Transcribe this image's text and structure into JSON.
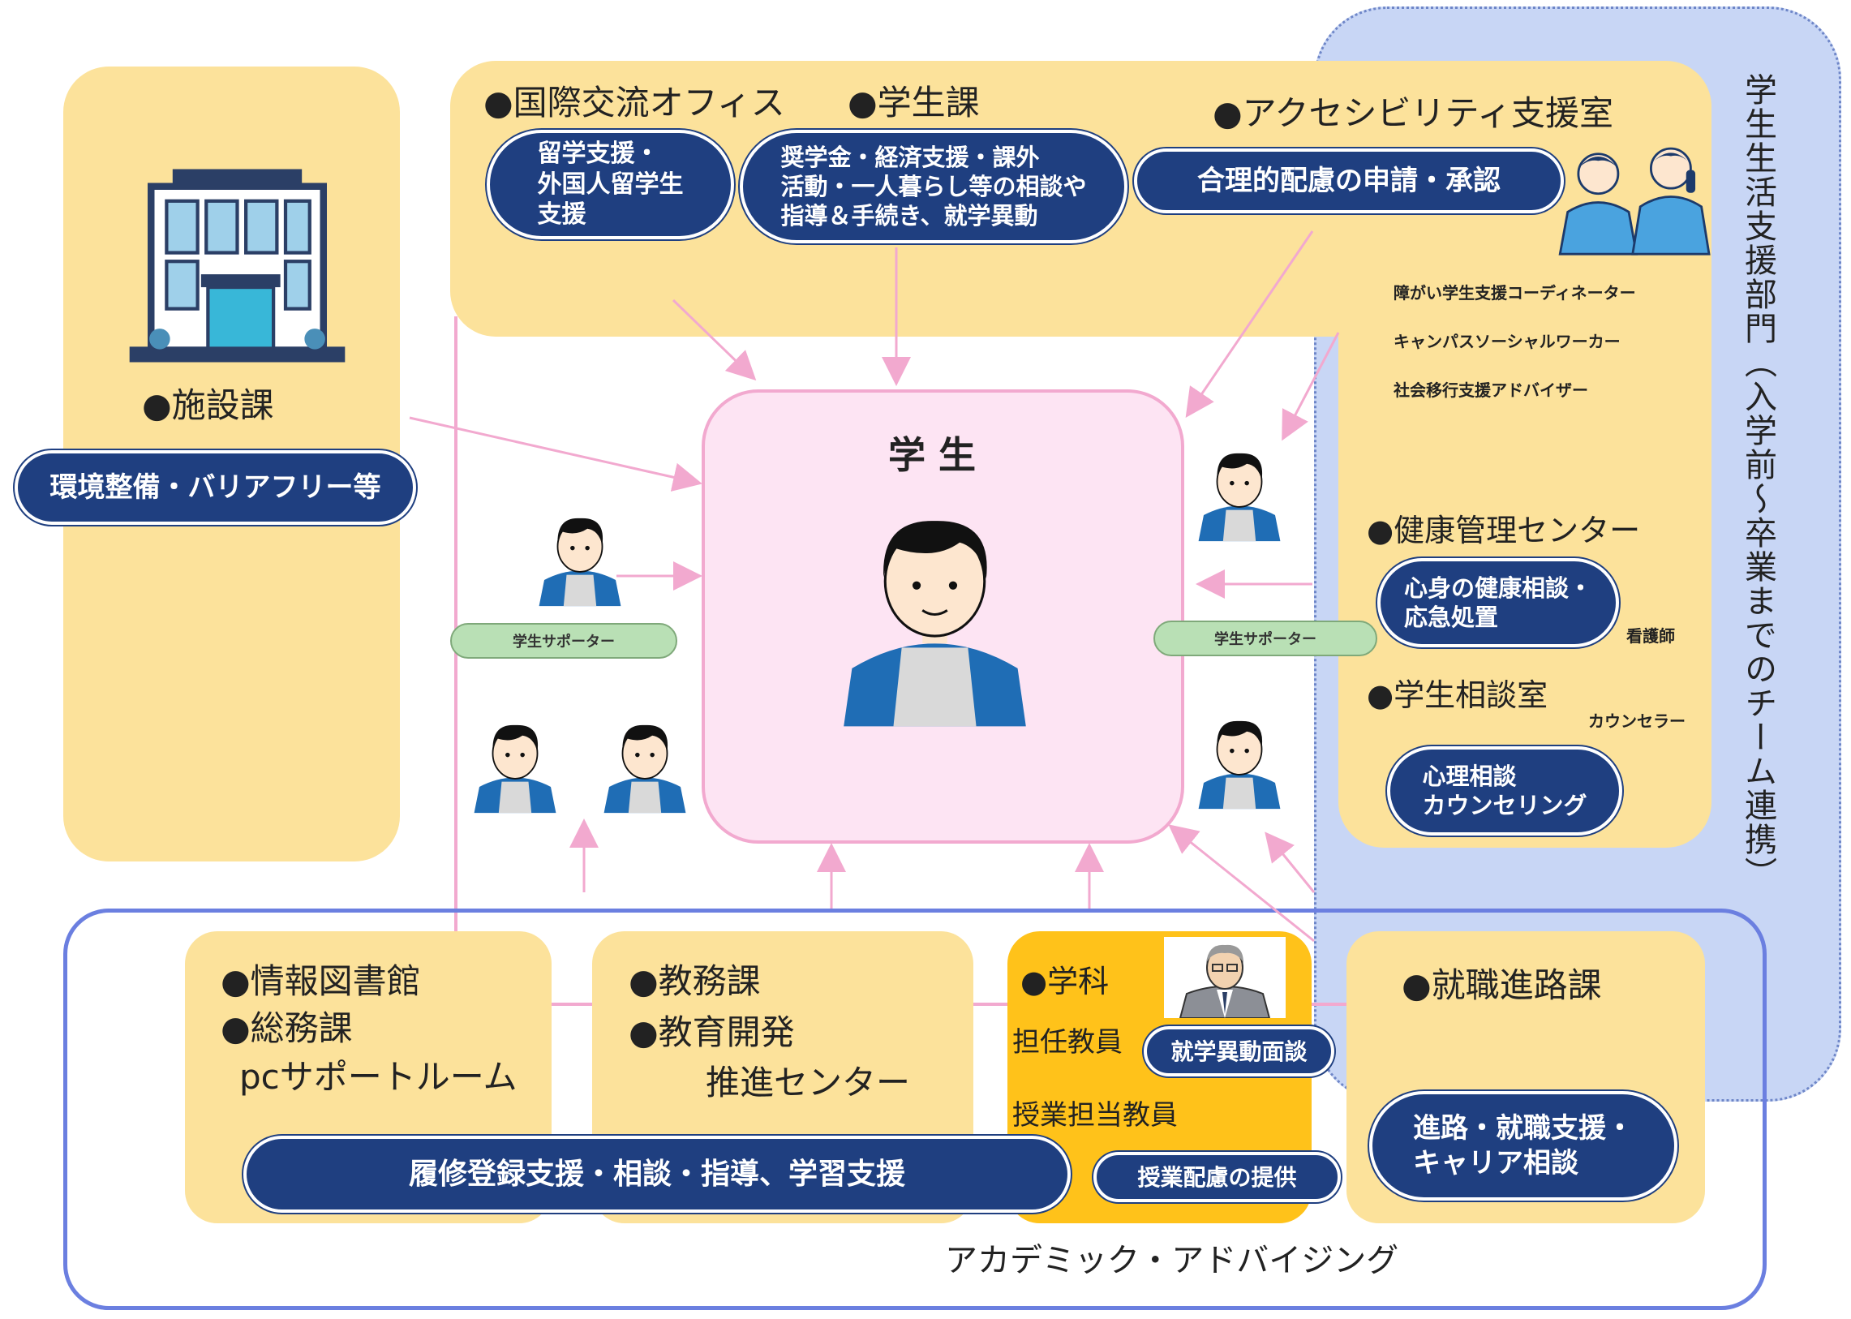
{
  "right_band": {
    "label": "学生生活支援部門（入学前～卒業までのチーム連携）"
  },
  "facilities": {
    "title": "●施設課",
    "pill": "環境整備・バリアフリー等"
  },
  "international": {
    "title": "●国際交流オフィス",
    "pill": "留学支援・\n外国人留学生\n支援"
  },
  "student_affairs": {
    "title": "●学生課",
    "pill": "奨学金・経済支援・課外\n活動・一人暮らし等の相談や\n指導＆手続き、就学異動"
  },
  "accessibility": {
    "title": "●アクセシビリティ支援室",
    "pill": "合理的配慮の申請・承認",
    "staff": [
      "障がい学生支援コーディネーター",
      "キャンパスソーシャルワーカー",
      "社会移行支援アドバイザー"
    ]
  },
  "center": {
    "title": "学 生"
  },
  "supporter_left": "学生サポーター",
  "supporter_right": "学生サポーター",
  "health": {
    "title": "●健康管理センター",
    "pill": "心身の健康相談・\n応急処置",
    "role": "看護師"
  },
  "counseling": {
    "title": "●学生相談室",
    "role": "カウンセラー",
    "pill": "心理相談\nカウンセリング"
  },
  "library": {
    "line1": "●情報図書館",
    "line2": "●総務課",
    "line3": "pcサポートルーム"
  },
  "academic": {
    "line1": "●教務課",
    "line2": "●教育開発",
    "line3": "推進センター"
  },
  "course_pill": "履修登録支援・相談・指導、学習支援",
  "department": {
    "title": "●学科",
    "homeroom": "担任教員",
    "homeroom_pill": "就学異動面談",
    "teacher": "授業担当教員",
    "teacher_pill": "授業配慮の提供"
  },
  "career": {
    "title": "●就職進路課",
    "pill": "進路・就職支援・\nキャリア相談"
  },
  "advising_label": "アカデミック・アドバイジング",
  "colors": {
    "panel": "#fce29b",
    "navy": "#1f3f80",
    "pink": "#f2a9cf",
    "band": "#c8d6f5",
    "dept": "#ffc21a",
    "outline": "#6b7fe0"
  }
}
